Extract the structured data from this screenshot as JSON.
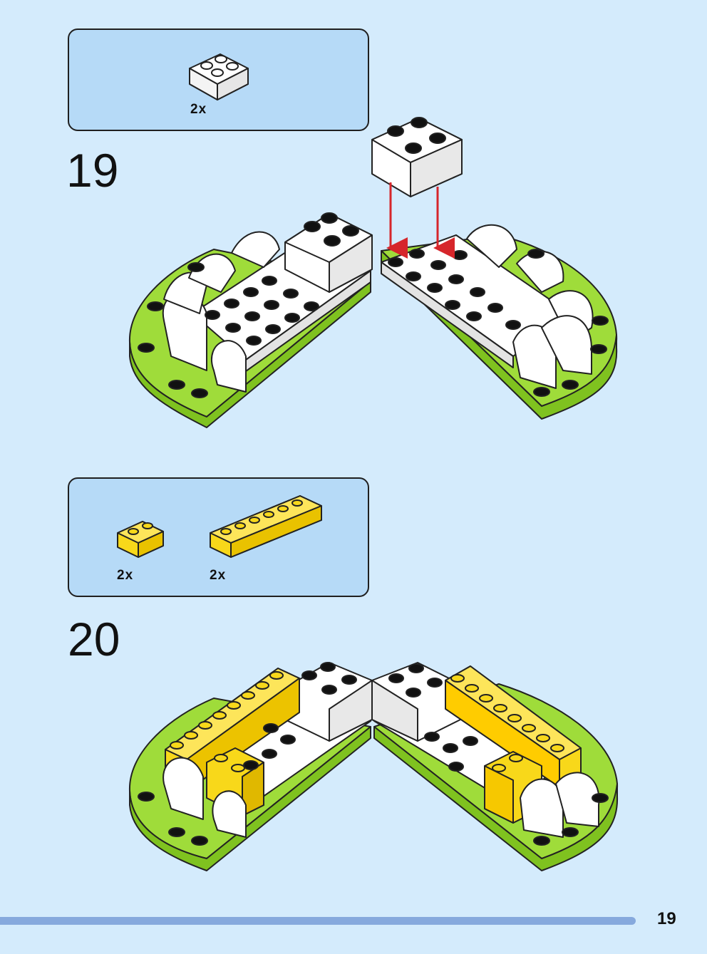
{
  "page_number": "19",
  "steps": [
    {
      "number": "19",
      "parts": [
        {
          "qty": "2x",
          "piece": "white 2x2 brick"
        }
      ]
    },
    {
      "number": "20",
      "parts": [
        {
          "qty": "2x",
          "piece": "yellow 1x2 brick"
        },
        {
          "qty": "2x",
          "piece": "yellow 1x6 brick"
        }
      ]
    }
  ],
  "colors": {
    "background": "#d4ebfc",
    "parts_box": "#b6daf7",
    "lime": "#9fdc3a",
    "yellow": "#f8d81a",
    "white": "#ffffff",
    "arrow": "#d6262b",
    "footer_bar": "#86a9dd"
  }
}
